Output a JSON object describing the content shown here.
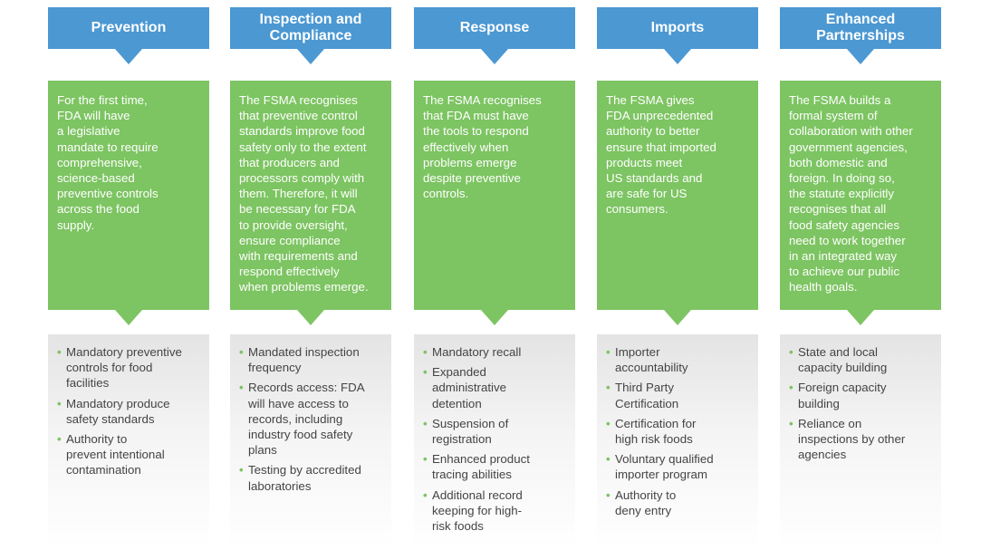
{
  "colors": {
    "header": "#4b98d3",
    "body": "#7dc462",
    "bullet": "#7dc462",
    "list_text": "#444444"
  },
  "columns": [
    {
      "title": "Prevention",
      "body": "For the first time,\nFDA will have\na legislative\nmandate to require\ncomprehensive,\nscience-based\npreventive controls\nacross the food\nsupply.",
      "items": [
        "Mandatory preventive\ncontrols for food\nfacilities",
        "Mandatory produce\nsafety standards",
        "Authority to\nprevent intentional\ncontamination"
      ]
    },
    {
      "title": "Inspection and\nCompliance",
      "body": "The FSMA recognises\nthat preventive control\nstandards improve food\nsafety only to the extent\nthat producers and\nprocessors comply with\nthem. Therefore, it will\nbe necessary for FDA\nto provide oversight,\nensure compliance\nwith requirements and\nrespond effectively\nwhen problems emerge.",
      "items": [
        "Mandated inspection\nfrequency",
        "Records access: FDA\nwill have access to\nrecords, including\nindustry food safety\nplans",
        "Testing by accredited\nlaboratories"
      ]
    },
    {
      "title": "Response",
      "body": "The FSMA recognises\nthat FDA must have\nthe tools to respond\neffectively when\nproblems emerge\ndespite preventive\ncontrols.",
      "items": [
        "Mandatory recall",
        "Expanded\nadministrative\ndetention",
        "Suspension of\nregistration",
        "Enhanced product\ntracing abilities",
        "Additional record\nkeeping for high-\nrisk foods"
      ]
    },
    {
      "title": "Imports",
      "body": "The FSMA gives\nFDA unprecedented\nauthority to better\nensure that imported\nproducts meet\nUS standards and\nare safe for US\nconsumers.",
      "items": [
        "Importer\naccountability",
        "Third Party\nCertification",
        "Certification for\nhigh risk foods",
        "Voluntary qualified\nimporter program",
        "Authority to\ndeny entry"
      ]
    },
    {
      "title": "Enhanced\nPartnerships",
      "body": "The FSMA builds a\nformal system of\ncollaboration with other\ngovernment agencies,\nboth domestic and\nforeign. In doing so,\nthe statute explicitly\nrecognises that all\nfood safety agencies\nneed to work together\nin an integrated way\nto achieve our public\nhealth goals.",
      "items": [
        "State and local\ncapacity building",
        "Foreign capacity\nbuilding",
        "Reliance on\ninspections by other\nagencies"
      ]
    }
  ]
}
